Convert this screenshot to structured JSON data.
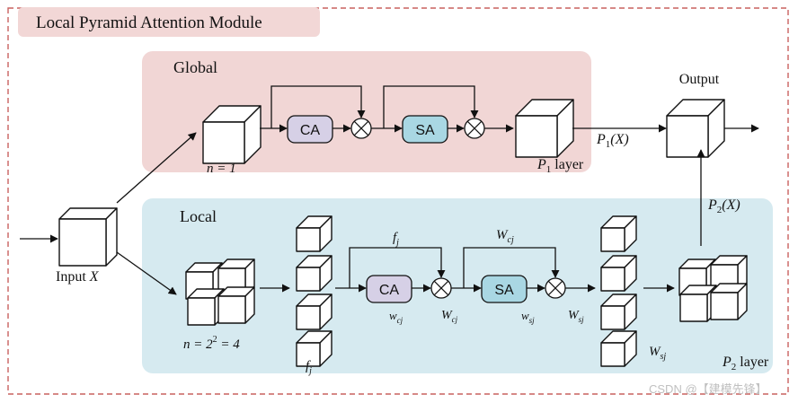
{
  "module_title": "Local Pyramid Attention Module",
  "global": {
    "title": "Global",
    "n_label": "n = 1",
    "ca_label": "CA",
    "sa_label": "SA",
    "layer_label_sym": "P",
    "layer_label_sub": "1",
    "layer_label_text": " layer",
    "p1x_sym": "P",
    "p1x_sub": "1",
    "p1x_tail": "(X)"
  },
  "output_label": "Output",
  "input": {
    "label_text": "Input ",
    "label_var": "X"
  },
  "local": {
    "title": "Local",
    "n_label_pre": "n = 2",
    "n_label_sup": "2",
    "n_label_post": " = 4",
    "fj_sym": "f",
    "fj_sub": "j",
    "fj_bottom_sym": "f",
    "fj_bottom_sub": "j",
    "wcj_top_sym": "W",
    "wcj_top_sub": "cj",
    "ca_label": "CA",
    "sa_label": "SA",
    "wcj_small_sym": "w",
    "wcj_small_sub": "cj",
    "Wcj_sym": "W",
    "Wcj_sub": "cj",
    "wsj_small_sym": "w",
    "wsj_small_sub": "sj",
    "Wsj_sym": "W",
    "Wsj_sub": "sj",
    "Wsj_bottom_sym": "W",
    "Wsj_bottom_sub": "sj",
    "layer_label_sym": "P",
    "layer_label_sub": "2",
    "layer_label_text": " layer",
    "p2x_sym": "P",
    "p2x_sub": "2",
    "p2x_tail": "(X)"
  },
  "watermark": "CSDN @【建模先锋】",
  "colors": {
    "outer_dash": "#c9605f",
    "title_bg": "#f2d7d6",
    "global_bg": "#f1d6d5",
    "local_bg": "#d6eaf0",
    "ca_fill": "#d6d0e6",
    "sa_fill": "#a9d7e3",
    "stroke": "#111111"
  }
}
